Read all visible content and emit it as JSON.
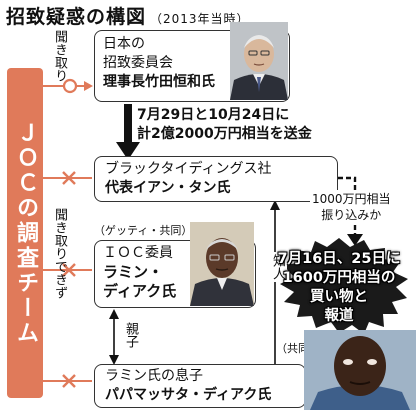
{
  "title": "招致疑惑の構図",
  "subtitle": "（2013年当時）",
  "joc_label": "ＪＯＣの調査チーム",
  "labels": {
    "interviewed": "聞き取り",
    "not_interviewed": "聞き取りできず"
  },
  "bid_committee": {
    "line1": "日本の",
    "line2": "招致委員会",
    "line3": "理事長竹田恒和氏"
  },
  "transfer": {
    "line1": "7月29日と10月24日に",
    "line2": "計2億2000万円相当を送金"
  },
  "black_tidings": {
    "line1": "ブラックタイディングス社",
    "line2": "代表イアン・タン氏"
  },
  "transfer_note": {
    "line1": "1000万円相当",
    "line2": "振り込みか"
  },
  "ioc_member": {
    "credit": "（ゲッティ・共同）",
    "line1": "ＩＯＣ委員",
    "line2": "ラミン・",
    "line3": "ディアク氏"
  },
  "acquaintance": "知人",
  "parent_child": "親子",
  "purchase": {
    "line1": "7月16日、25日に",
    "line2": "1600万円相当の",
    "line3": "買い物と",
    "line4": "報道"
  },
  "son": {
    "credit": "（共同）",
    "line1": "ラミン氏の息子",
    "line2": "パパマッサタ・ディアク氏"
  },
  "colors": {
    "joc_bar": "#e07a5a",
    "interviewed_marker": "#e07a5a",
    "not_interviewed_marker": "#e07a5a",
    "purchase_burst": "#1a1a1a",
    "purchase_text": "#ffffff",
    "arrow": "#111111"
  },
  "icons": {
    "interviewed": "circle-icon",
    "not_interviewed": "cross-icon"
  }
}
